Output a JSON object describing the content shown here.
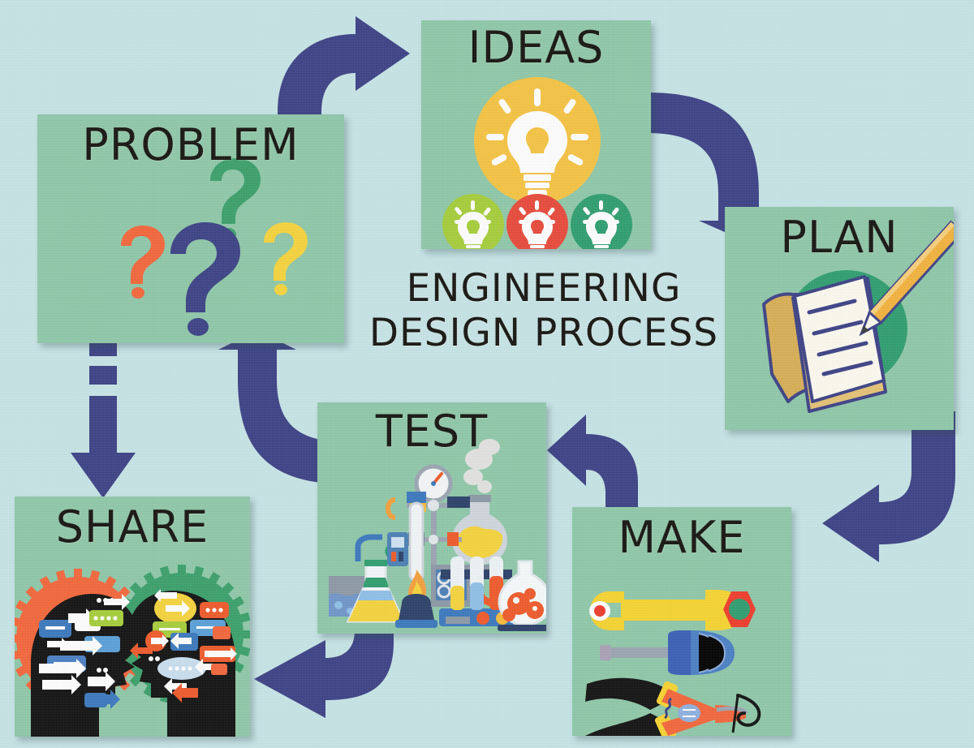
{
  "poster": {
    "background_color": "#c7e4e6",
    "card_color": "#8fc8a9",
    "arrow_color": "#3b4185",
    "title_line1": "ENGINEERING",
    "title_line2": "DESIGN PROCESS"
  },
  "steps": [
    {
      "id": "problem",
      "label": "PROBLEM",
      "illustration": "question-marks",
      "colors": [
        "#3aa06a",
        "#f4663a",
        "#3b4185",
        "#f6d43c"
      ]
    },
    {
      "id": "ideas",
      "label": "IDEAS",
      "illustration": "lightbulbs",
      "colors": [
        "#f6c442",
        "#a6ce39",
        "#e8493a",
        "#2e9e6f"
      ]
    },
    {
      "id": "plan",
      "label": "PLAN",
      "illustration": "notepad-and-pencil",
      "colors": [
        "#2e9e6f",
        "#f3b23c",
        "#fdfaef",
        "#3b4185"
      ]
    },
    {
      "id": "make",
      "label": "MAKE",
      "illustration": "tools",
      "colors": [
        "#f7d430",
        "#4a6fc4",
        "#f4663a",
        "#111111"
      ]
    },
    {
      "id": "test",
      "label": "TEST",
      "illustration": "laboratory-apparatus",
      "colors": [
        "#3a78bd",
        "#f4663a",
        "#f6d43c",
        "#2e9e6f"
      ]
    },
    {
      "id": "share",
      "label": "SHARE",
      "illustration": "two-heads-communicating",
      "colors": [
        "#f4663a",
        "#3aa06a",
        "#111111",
        "#4a6fc4"
      ]
    }
  ],
  "arrows": [
    {
      "id": "problem-to-ideas",
      "from": "PROBLEM",
      "to": "IDEAS",
      "style": "curved",
      "direction": "up-right"
    },
    {
      "id": "ideas-to-plan",
      "from": "IDEAS",
      "to": "PLAN",
      "style": "curved",
      "direction": "right-down"
    },
    {
      "id": "plan-to-make",
      "from": "PLAN",
      "to": "MAKE",
      "style": "curved",
      "direction": "down-left"
    },
    {
      "id": "make-to-test",
      "from": "MAKE",
      "to": "TEST",
      "style": "curved",
      "direction": "up-left"
    },
    {
      "id": "test-to-problem",
      "from": "TEST",
      "to": "PROBLEM",
      "style": "curved",
      "direction": "left-up"
    },
    {
      "id": "test-to-share",
      "from": "TEST",
      "to": "SHARE",
      "style": "curved",
      "direction": "down-left"
    },
    {
      "id": "problem-to-share",
      "from": "PROBLEM",
      "to": "SHARE",
      "style": "dashed",
      "direction": "down"
    }
  ]
}
